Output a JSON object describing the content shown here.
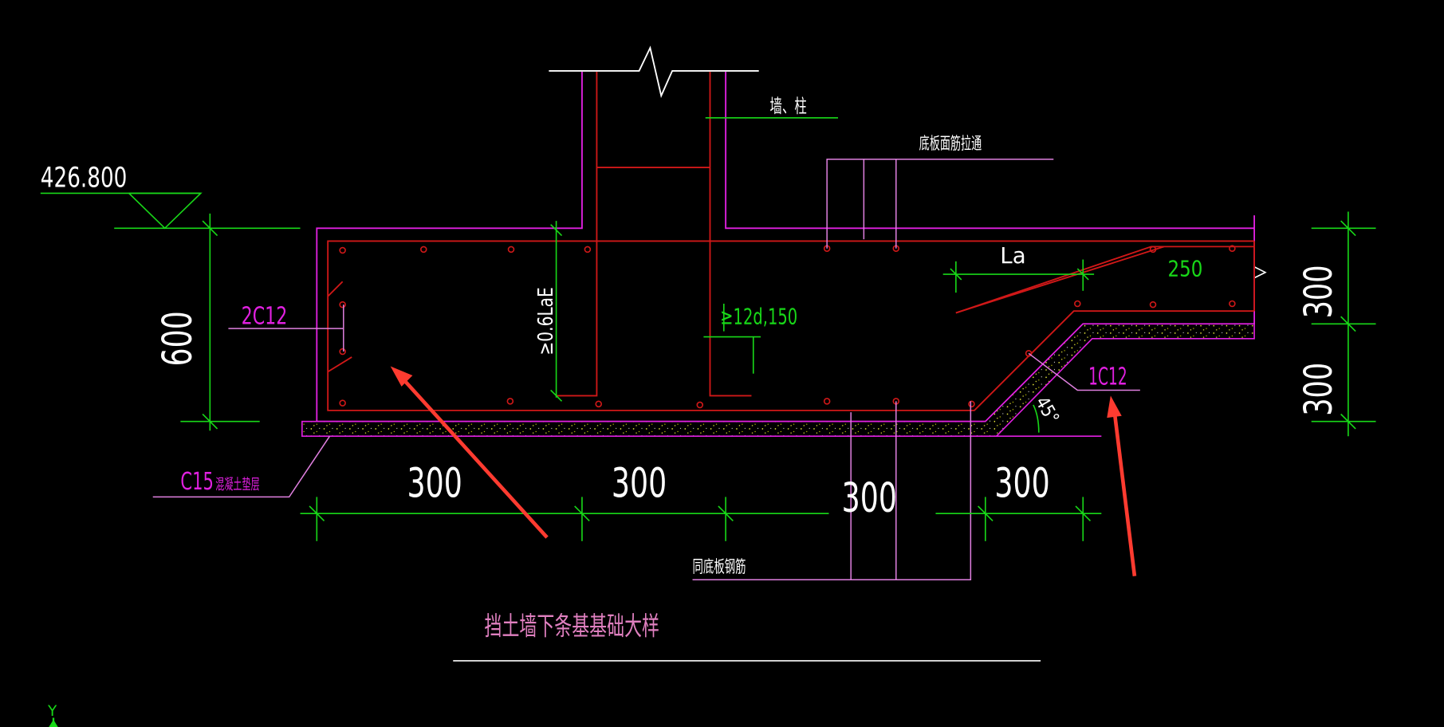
{
  "drawing": {
    "title": "挡土墙下条基基础大样",
    "elevation": "426.800",
    "wall_column_label": "墙、柱",
    "top_rebar_label": "底板面筋拉通",
    "same_bottom_rebar_label": "同底板钢筋",
    "cushion_label_grade": "C15",
    "cushion_label_text": "混凝土垫层",
    "rebar_left": "2C12",
    "rebar_right": "1C12",
    "anchor_label": "≥0.6LaE",
    "stirrup_label": "≥12d,150",
    "la_label": "La",
    "dim_250": "250",
    "angle_label": "45°",
    "dim_height_left": "600",
    "dim_height_right_top": "300",
    "dim_height_right_bottom": "300",
    "dim_bottom": [
      "300",
      "300",
      "300",
      "300"
    ],
    "axis_label": "Y"
  },
  "colors": {
    "background": "#000000",
    "concrete_outline": "#e020e0",
    "rebar": "#d01818",
    "dimension": "#18d818",
    "text_white": "#ffffff",
    "annotation_arrow": "#ff3b30"
  }
}
